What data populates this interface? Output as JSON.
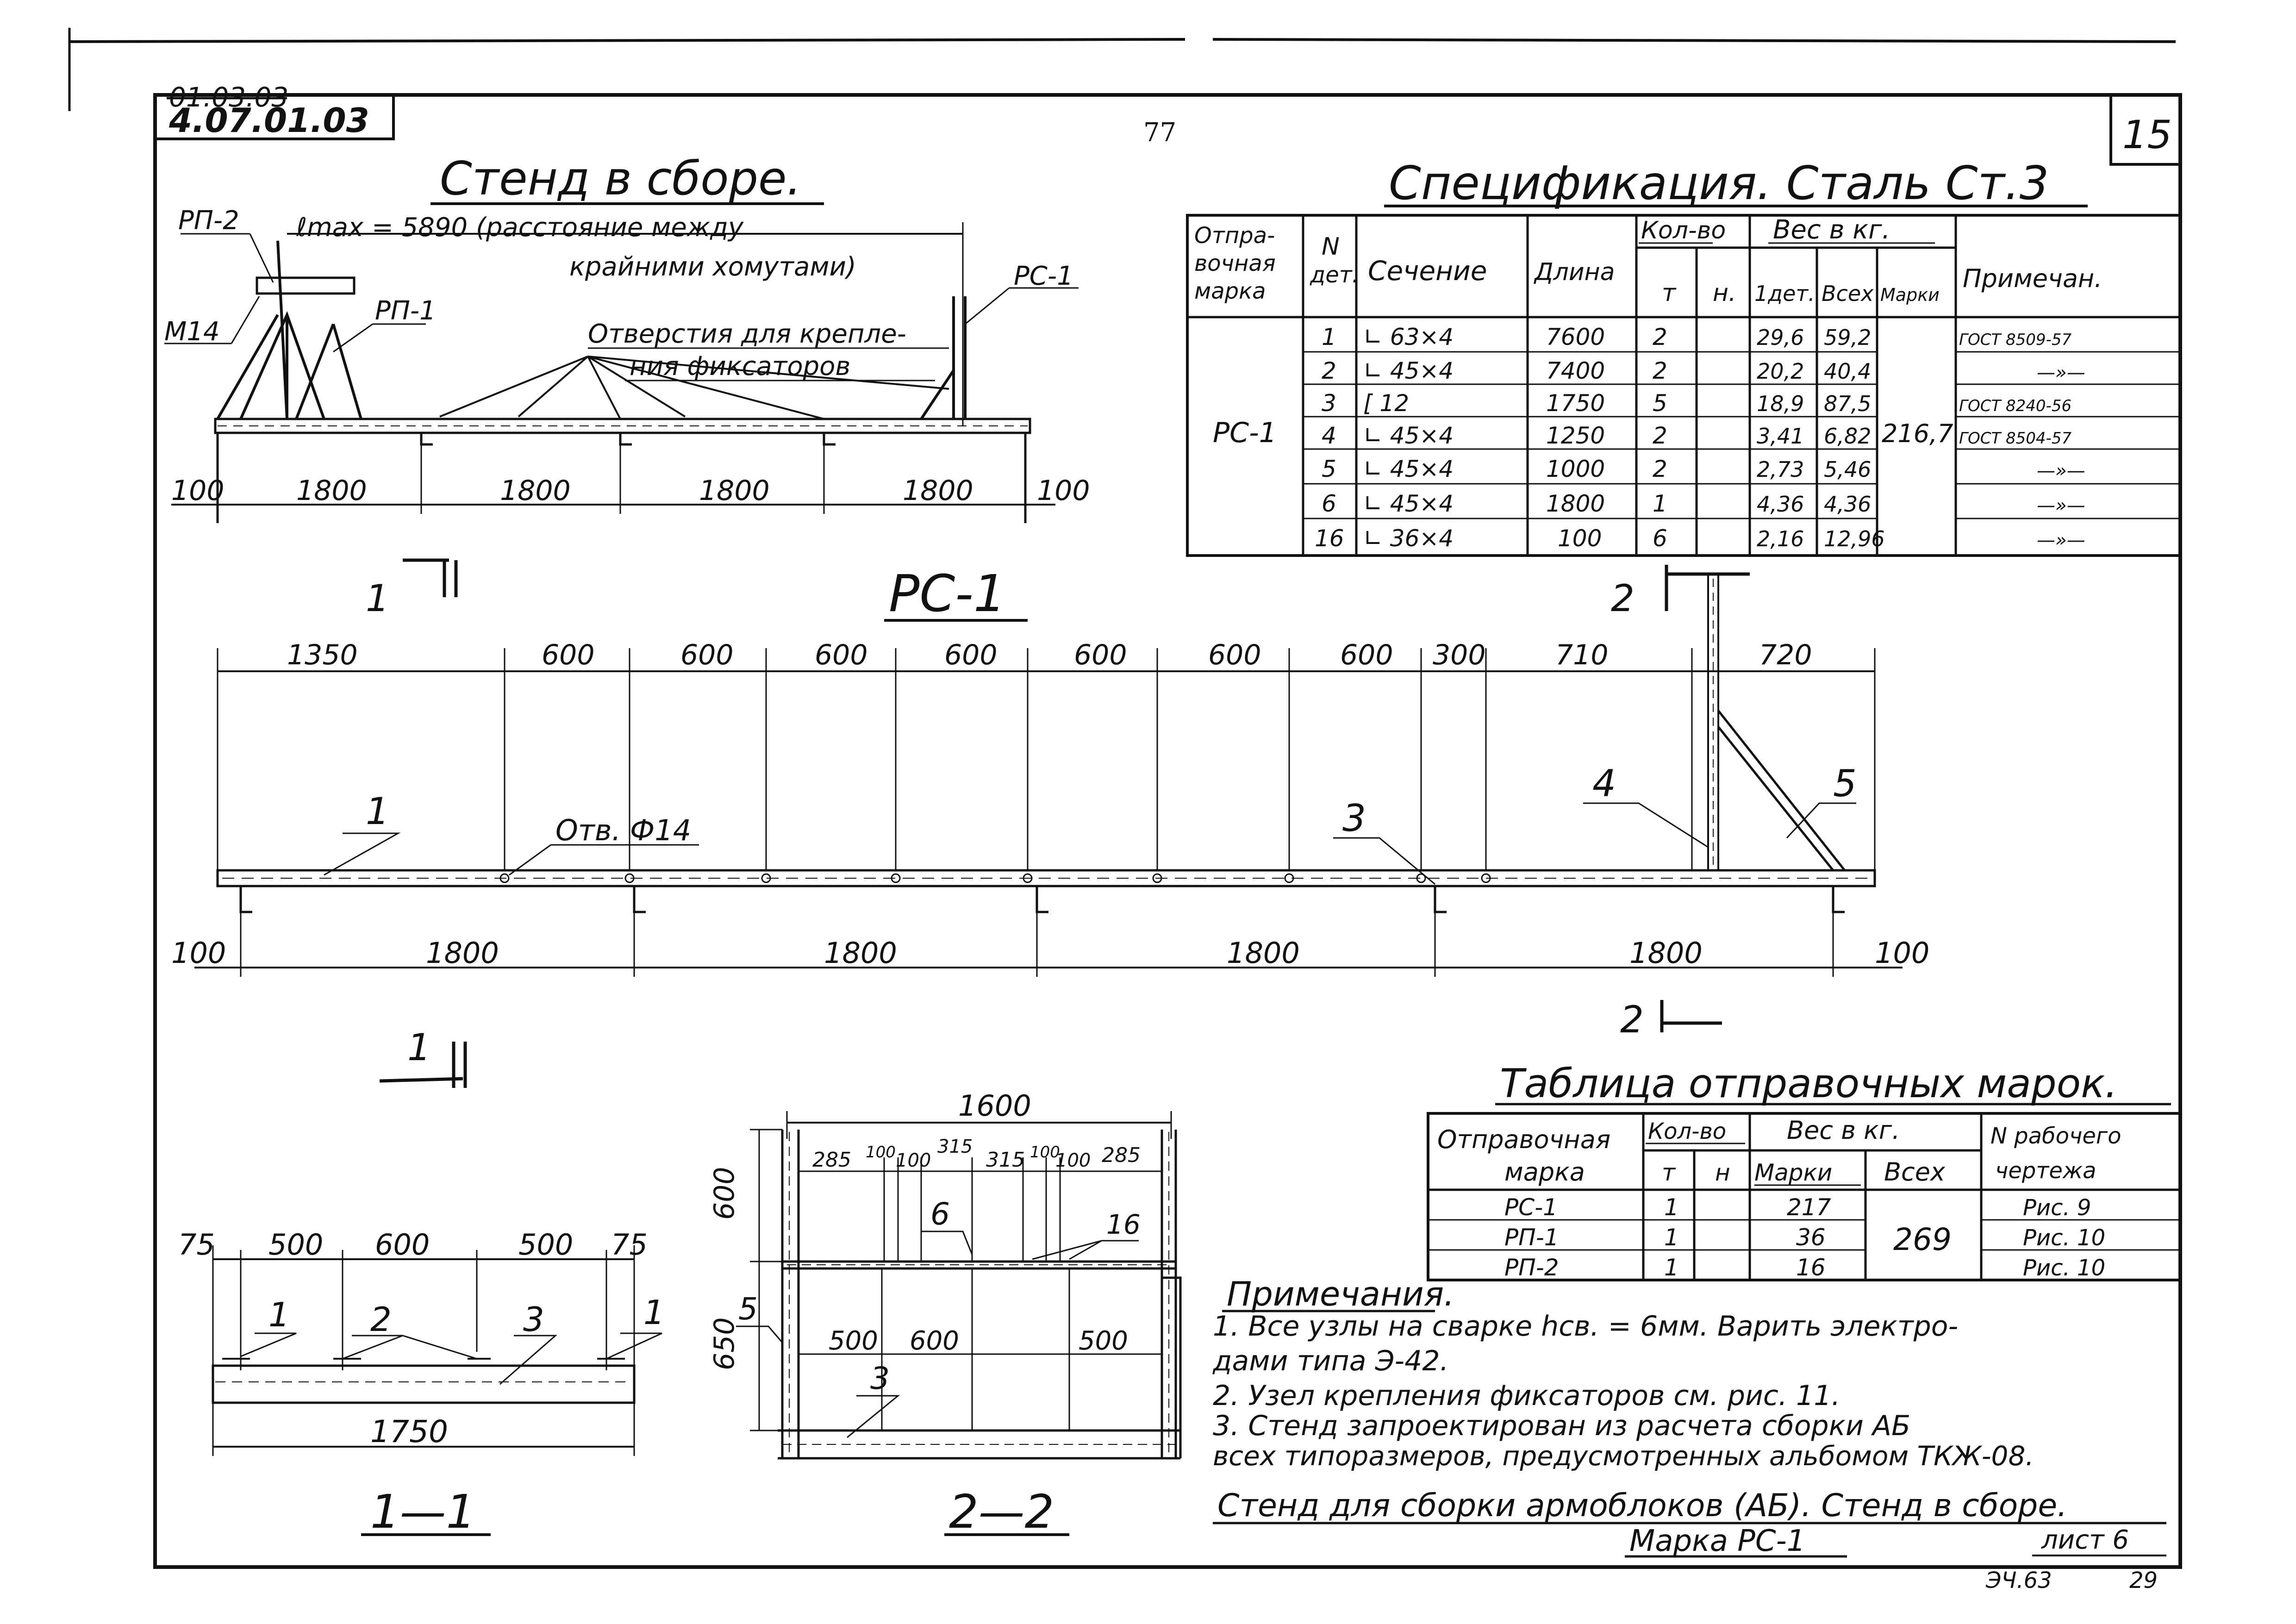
{
  "sheet": {
    "code_struck": "01.03.03",
    "code": "4.07.01.03",
    "page_number": "77",
    "sheet_number": "15",
    "footer_code": "ЭЧ.63",
    "footer_num": "29"
  },
  "assembly": {
    "title": "Стенд в сборе.",
    "labels": {
      "rp2": "РП-2",
      "m14": "М14",
      "rp1": "РП-1",
      "rs1": "РС-1",
      "lmax_line1": "ℓmax = 5890 (расстояние между",
      "lmax_line2": "крайними хомутами)",
      "holes_line1": "Отверстия для крепле-",
      "holes_line2": "ния фиксаторов"
    },
    "dims": [
      "100",
      "1800",
      "1800",
      "1800",
      "1800",
      "100"
    ]
  },
  "specification": {
    "title": "Спецификация. Сталь Ст.3",
    "headers": {
      "mark": [
        "Отпра-",
        "вочная",
        "марка"
      ],
      "det": [
        "N",
        "дет."
      ],
      "section": "Сечение",
      "length": "Длина",
      "qty": "Кол-во",
      "qty_t": "т",
      "qty_n": "н.",
      "weight": "Вес в кг.",
      "w_det": "1дет.",
      "w_all": "Всех",
      "w_mark": "Марки",
      "note": "Примечан."
    },
    "mark_value": "РС-1",
    "mark_weight": "216,7",
    "rows": [
      {
        "n": "1",
        "section": "∟ 63×4",
        "length": "7600",
        "t": "2",
        "w1": "29,6",
        "wall": "59,2",
        "note": "ГОСТ 8509-57"
      },
      {
        "n": "2",
        "section": "∟ 45×4",
        "length": "7400",
        "t": "2",
        "w1": "20,2",
        "wall": "40,4",
        "note": "—»—"
      },
      {
        "n": "3",
        "section": "[ 12",
        "length": "1750",
        "t": "5",
        "w1": "18,9",
        "wall": "87,5",
        "note": "ГОСТ 8240-56"
      },
      {
        "n": "4",
        "section": "∟ 45×4",
        "length": "1250",
        "t": "2",
        "w1": "3,41",
        "wall": "6,82",
        "note": "ГОСТ 8504-57"
      },
      {
        "n": "5",
        "section": "∟ 45×4",
        "length": "1000",
        "t": "2",
        "w1": "2,73",
        "wall": "5,46",
        "note": "—»—"
      },
      {
        "n": "6",
        "section": "∟ 45×4",
        "length": "1800",
        "t": "1",
        "w1": "4,36",
        "wall": "4,36",
        "note": "—»—"
      },
      {
        "n": "16",
        "section": "∟ 36×4",
        "length": "100",
        "t": "6",
        "w1": "2,16",
        "wall": "12,96",
        "note": "—»—"
      }
    ]
  },
  "rs1_view": {
    "title": "РС-1",
    "section_marks": {
      "s1": "1",
      "s2": "2"
    },
    "top_dims": [
      "1350",
      "600",
      "600",
      "600",
      "600",
      "600",
      "600",
      "600",
      "300",
      "710",
      "720"
    ],
    "bottom_dims": [
      "100",
      "1800",
      "1800",
      "1800",
      "1800",
      "100"
    ],
    "callouts": {
      "c1": "1",
      "hole": "Отв. Ф14",
      "c3": "3",
      "c4": "4",
      "c5": "5"
    }
  },
  "section_1_1": {
    "title": "1—1",
    "top_dims": [
      "75",
      "500",
      "600",
      "500",
      "75"
    ],
    "bottom_dim": "1750",
    "callouts": [
      "1",
      "2",
      "3",
      "1"
    ]
  },
  "section_2_2": {
    "title": "2—2",
    "top_dim": "1600",
    "small_dims": [
      "285",
      "100",
      "100",
      "315",
      "315",
      "100",
      "100",
      "285"
    ],
    "left_dims": [
      "600",
      "650"
    ],
    "mid_dims": [
      "500",
      "600",
      "500"
    ],
    "callouts": {
      "c5": "5",
      "c6": "6",
      "c16": "16",
      "c3": "3"
    }
  },
  "marks_table": {
    "title": "Таблица отправочных марок.",
    "headers": {
      "mark": [
        "Отправочная",
        "марка"
      ],
      "qty": "Кол-во",
      "t": "т",
      "n": "н",
      "weight": "Вес в кг.",
      "w_mark": "Марки",
      "w_all": "Всех",
      "drawing": [
        "N рабочего",
        "чертежа"
      ]
    },
    "total": "269",
    "rows": [
      {
        "mark": "РС-1",
        "t": "1",
        "w": "217",
        "drawing": "Рис. 9"
      },
      {
        "mark": "РП-1",
        "t": "1",
        "w": "36",
        "drawing": "Рис. 10"
      },
      {
        "mark": "РП-2",
        "t": "1",
        "w": "16",
        "drawing": "Рис. 10"
      }
    ]
  },
  "notes": {
    "title": "Примечания.",
    "lines": [
      "1. Все узлы на сварке hсв. = 6мм. Варить электро-",
      "    дами типа Э-42.",
      "2. Узел крепления фиксаторов см. рис. 11.",
      "3. Стенд запроектирован из расчета сборки АБ",
      "    всех типоразмеров, предусмотренных альбомом ТКЖ-08."
    ]
  },
  "title_block": {
    "line1": "Стенд для сборки армоблоков (АБ). Стенд в сборе.",
    "line2": "Марка РС-1",
    "sheet": "лист 6"
  }
}
